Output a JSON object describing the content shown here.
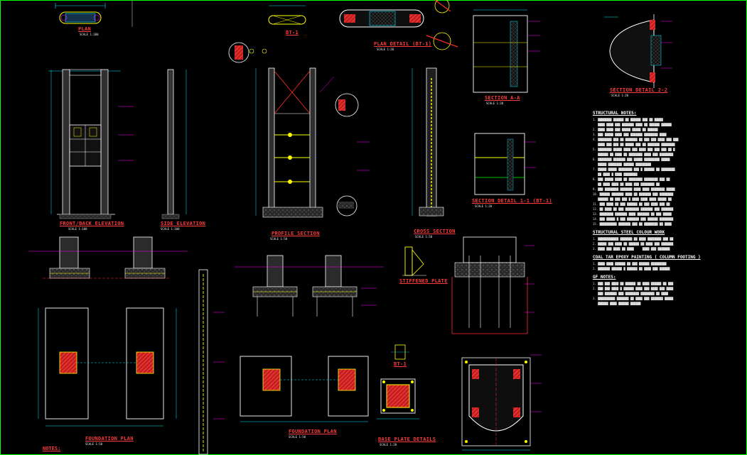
{
  "drawing": {
    "background": "#000000",
    "frame_color": "#00ff00",
    "colors": {
      "outline": "#ffffff",
      "dim": "#00e5ff",
      "rebar": "#ffff00",
      "hatch": "#ff2d2d",
      "leader": "#ff00ff",
      "concrete": "#3a3a3a",
      "title": "#ff3b3b"
    }
  },
  "views": {
    "plan": "PLAN",
    "front_back_elevation": "FRONT/BACK ELEVATION",
    "side_elevation": "SIDE ELEVATION",
    "profile_section": "PROFILE SECTION",
    "cross_section": "CROSS SECTION",
    "plan_detail": "PLAN DETAIL (BT-1)",
    "bt1": "BT-1",
    "section_aa": "SECTION A-A",
    "section_detail_22": "SECTION DETAIL 2-2",
    "section_detail_11": "SECTION DETAIL 1-1 (BT-1)",
    "stiffened_plate": "STIFFENED PLATE",
    "foundation_plan_1": "FOUNDATION PLAN",
    "foundation_plan_2": "FOUNDATION PLAN",
    "base_plate_details": "BASE PLATE DETAILS"
  },
  "scales": {
    "s1": "SCALE 1:100",
    "s2": "SCALE 1:50",
    "s3": "SCALE 1:20"
  },
  "notes": {
    "structural_heading": "STRUCTURAL NOTES:",
    "color_heading": "STRUCTURAL STEEL COLOUR WORK",
    "coal_tar_heading": "COAL TAR EPOXY PAINTING ( COLUMN FOOTING )",
    "general_heading": "GF NOTES:",
    "bottom_heading": "NOTES:"
  }
}
